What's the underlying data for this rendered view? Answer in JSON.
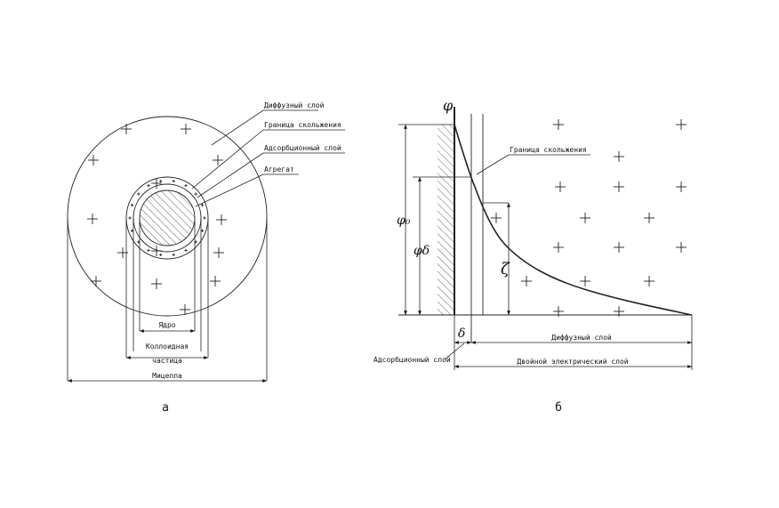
{
  "left": {
    "labels": {
      "diffuse": "Диффузный слой",
      "slip": "Граница скольжения",
      "adsorption": "Адсорбционный слой",
      "aggregate": "Агрегат"
    },
    "dims": {
      "core": "Ядро",
      "particle_1": "Коллоидная",
      "particle_2": "частица",
      "micelle": "Мицелла"
    },
    "caption": "а"
  },
  "right": {
    "symbols": {
      "phi": "φ",
      "phi0": "φ₀",
      "phid": "φδ",
      "zeta": "ζ",
      "delta": "δ"
    },
    "labels": {
      "slip": "Граница скольжения",
      "diffuse": "Диффузный слой",
      "adsorption": "Адсорбционный слой",
      "double_layer": "Двойной электрический слой"
    },
    "caption": "б"
  }
}
